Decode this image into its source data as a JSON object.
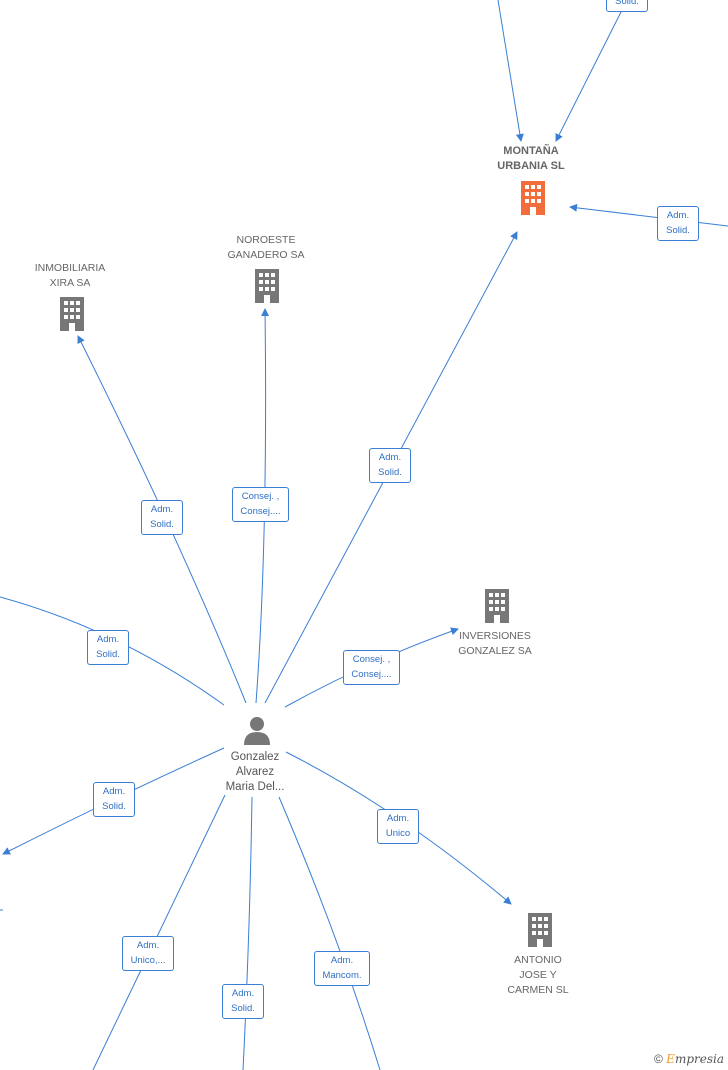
{
  "nodes": {
    "montana": {
      "line1": "MONTAÑA",
      "line2": "URBANIA  SL"
    },
    "noroeste": {
      "line1": "NOROESTE",
      "line2": "GANADERO SA"
    },
    "inmobiliaria": {
      "line1": "INMOBILIARIA",
      "line2": "XIRA SA"
    },
    "inversiones": {
      "line1": "INVERSIONES",
      "line2": "GONZALEZ SA"
    },
    "antonio": {
      "line1": "ANTONIO",
      "line2": "JOSE Y",
      "line3": "CARMEN  SL"
    },
    "person": {
      "line1": "Gonzalez",
      "line2": "Alvarez",
      "line3": "Maria Del..."
    }
  },
  "roles": {
    "top_right": {
      "line2": "Solid."
    },
    "montana_right": {
      "line1": "Adm.",
      "line2": "Solid."
    },
    "montana": {
      "line1": "Adm.",
      "line2": "Solid."
    },
    "noroeste": {
      "line1": "Consej. ,",
      "line2": "Consej...."
    },
    "inmobiliaria": {
      "line1": "Adm.",
      "line2": "Solid."
    },
    "left_upper": {
      "line1": "Adm.",
      "line2": "Solid."
    },
    "inversiones": {
      "line1": "Consej. ,",
      "line2": "Consej...."
    },
    "left_lower": {
      "line1": "Adm.",
      "line2": "Solid."
    },
    "antonio": {
      "line1": "Adm.",
      "line2": "Unico"
    },
    "bottom_left": {
      "line1": "Adm.",
      "line2": "Unico,..."
    },
    "bottom_mid": {
      "line1": "Adm.",
      "line2": "Solid."
    },
    "bottom_right": {
      "line1": "Adm.",
      "line2": "Mancom."
    }
  },
  "colors": {
    "edge": "#3a7fd5",
    "main_company": "#f26c3c",
    "company": "#777777",
    "person": "#777777"
  },
  "footer": {
    "copyright": "©",
    "brand_initial": "E",
    "brand_rest": "mpresia"
  }
}
